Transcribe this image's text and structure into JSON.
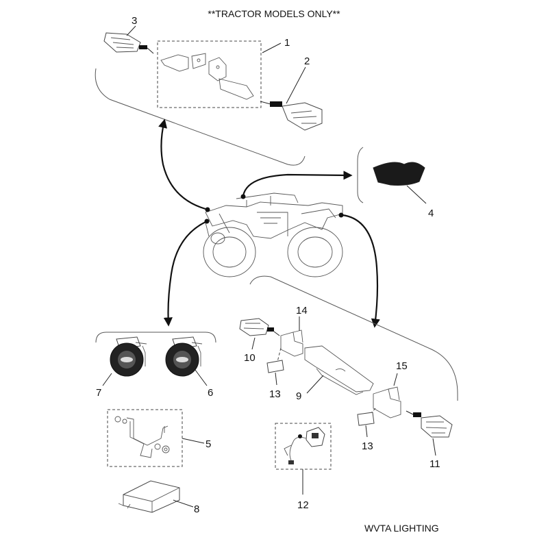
{
  "header": {
    "note": "**TRACTOR MODELS ONLY**"
  },
  "footer": {
    "caption": "WVTA LIGHTING"
  },
  "callouts": {
    "c1": "1",
    "c2": "2",
    "c3": "3",
    "c4": "4",
    "c5": "5",
    "c6": "6",
    "c7": "7",
    "c8": "8",
    "c9": "9",
    "c10": "10",
    "c11": "11",
    "c12": "12",
    "c13a": "13",
    "c13b": "13",
    "c14": "14",
    "c15": "15"
  },
  "colors": {
    "line": "#222222",
    "arrow": "#111111",
    "dark_part": "#1a1a1a"
  }
}
